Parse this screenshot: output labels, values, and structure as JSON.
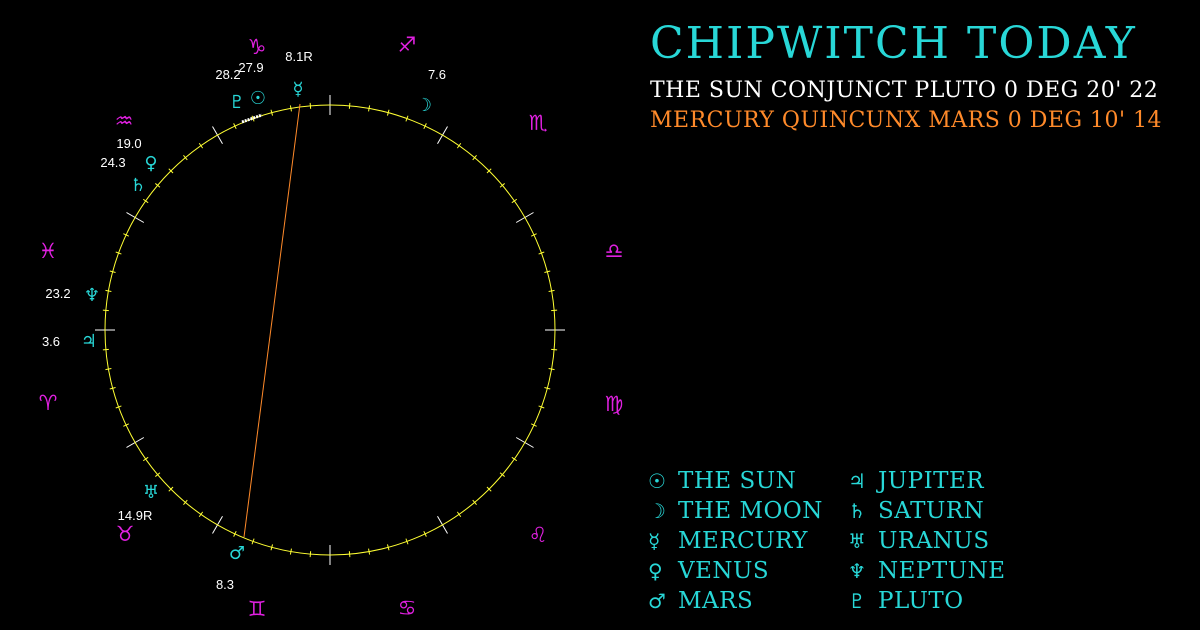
{
  "title": "CHIPWITCH TODAY",
  "aspects": {
    "primary": "THE SUN CONJUNCT PLUTO 0 DEG 20' 22",
    "secondary": "MERCURY QUINCUNX MARS 0 DEG 10' 14"
  },
  "colors": {
    "background": "#000000",
    "title": "#28d7d7",
    "planet": "#28d7d7",
    "sign": "#e020e0",
    "ring": "#ffff33",
    "aspect_line": "#ff8a2a",
    "primary_aspect": "#ffffff",
    "secondary_aspect": "#ff8a2a"
  },
  "wheel": {
    "signs": [
      {
        "name": "capricorn",
        "glyph": "♑"
      },
      {
        "name": "sagittarius",
        "glyph": "♐"
      },
      {
        "name": "scorpio",
        "glyph": "♏"
      },
      {
        "name": "libra",
        "glyph": "♎"
      },
      {
        "name": "virgo",
        "glyph": "♍"
      },
      {
        "name": "leo",
        "glyph": "♌"
      },
      {
        "name": "cancer",
        "glyph": "♋"
      },
      {
        "name": "gemini",
        "glyph": "♊"
      },
      {
        "name": "taurus",
        "glyph": "♉"
      },
      {
        "name": "aries",
        "glyph": "♈"
      },
      {
        "name": "pisces",
        "glyph": "♓"
      },
      {
        "name": "aquarius",
        "glyph": "♒"
      }
    ],
    "planets": [
      {
        "name": "sun",
        "glyph": "☉",
        "degree": ""
      },
      {
        "name": "moon",
        "glyph": "☽",
        "degree": "7.6"
      },
      {
        "name": "mercury",
        "glyph": "☿",
        "degree": "8.1R"
      },
      {
        "name": "venus",
        "glyph": "♀",
        "degree": "24.3"
      },
      {
        "name": "mars",
        "glyph": "♂",
        "degree": "8.3"
      },
      {
        "name": "jupiter",
        "glyph": "♃",
        "degree": "3.6"
      },
      {
        "name": "saturn",
        "glyph": "♄",
        "degree": ""
      },
      {
        "name": "uranus",
        "glyph": "♅",
        "degree": "14.9R"
      },
      {
        "name": "neptune",
        "glyph": "♆",
        "degree": "23.2"
      },
      {
        "name": "pluto",
        "glyph": "♇",
        "degree": "28.2"
      }
    ],
    "extra_degree_labels": [
      "27.9",
      "19.0"
    ]
  },
  "legend": [
    {
      "glyph": "☉",
      "label": "THE SUN"
    },
    {
      "glyph": "☽",
      "label": "THE MOON"
    },
    {
      "glyph": "☿",
      "label": "MERCURY"
    },
    {
      "glyph": "♀",
      "label": "VENUS"
    },
    {
      "glyph": "♂",
      "label": "MARS"
    },
    {
      "glyph": "♃",
      "label": "JUPITER"
    },
    {
      "glyph": "♄",
      "label": "SATURN"
    },
    {
      "glyph": "♅",
      "label": "URANUS"
    },
    {
      "glyph": "♆",
      "label": "NEPTUNE"
    },
    {
      "glyph": "♇",
      "label": "PLUTO"
    }
  ]
}
